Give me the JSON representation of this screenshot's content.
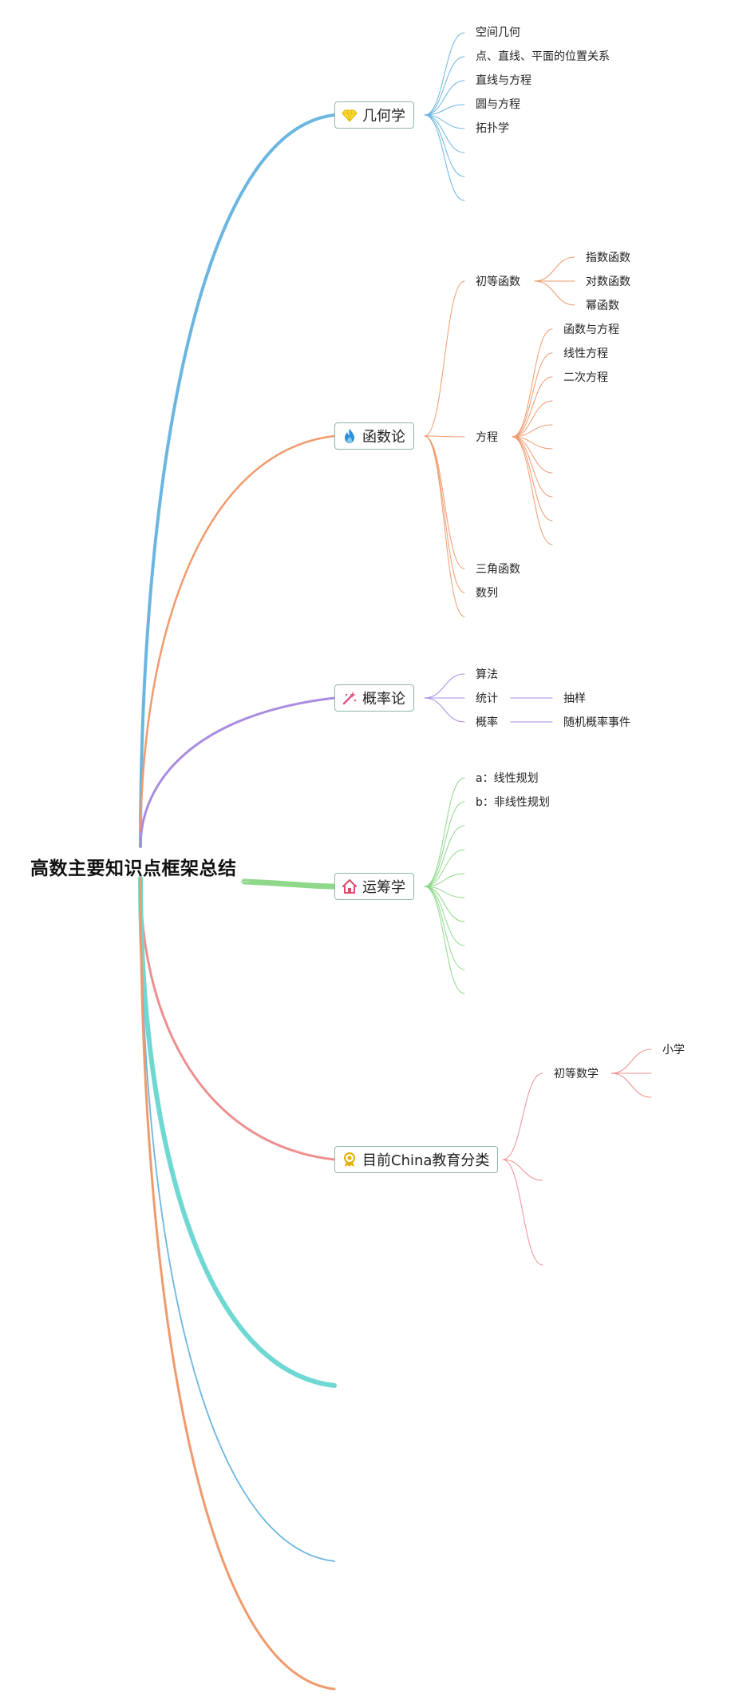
{
  "root": {
    "title": "高数主要知识点框架总结"
  },
  "branches": [
    {
      "id": "geometry",
      "label": "几何学",
      "icon": "gem-icon",
      "color": "#6bb6e0",
      "children": [
        "空间几何",
        "点、直线、平面的位置关系",
        "直线与方程",
        "圆与方程",
        "拓扑学",
        "",
        "",
        ""
      ]
    },
    {
      "id": "functions",
      "label": "函数论",
      "icon": "flame-icon",
      "color": "#ef9a6c",
      "children": [
        {
          "label": "初等函数",
          "children": [
            "指数函数",
            "对数函数",
            "幂函数"
          ]
        },
        {
          "label": "方程",
          "children": [
            "函数与方程",
            "线性方程",
            "二次方程",
            "",
            "",
            "",
            "",
            "",
            "",
            ""
          ]
        },
        {
          "label": "三角函数"
        },
        {
          "label": "数列"
        },
        {
          "label": ""
        }
      ]
    },
    {
      "id": "probability",
      "label": "概率论",
      "icon": "magic-wand-icon",
      "color": "#a98ce0",
      "children": [
        {
          "label": "算法"
        },
        {
          "label": "统计",
          "children": [
            "抽样"
          ]
        },
        {
          "label": "概率",
          "children": [
            "随机概率事件"
          ]
        }
      ]
    },
    {
      "id": "operations",
      "label": "运筹学",
      "icon": "house-icon",
      "color": "#8ed88a",
      "children": [
        "a：线性规划",
        "b：非线性规划",
        "",
        "",
        "",
        "",
        "",
        "",
        "",
        ""
      ]
    },
    {
      "id": "education",
      "label": "目前China教育分类",
      "icon": "award-icon",
      "color": "#ee8f8f",
      "children": [
        {
          "label": "初等数学",
          "children": [
            "小学",
            "",
            ""
          ]
        },
        {
          "label": ""
        },
        {
          "label": ""
        }
      ]
    }
  ],
  "extra_branch_colors": [
    "#6fd8d3",
    "#6bb6e0",
    "#ef9a6c"
  ]
}
